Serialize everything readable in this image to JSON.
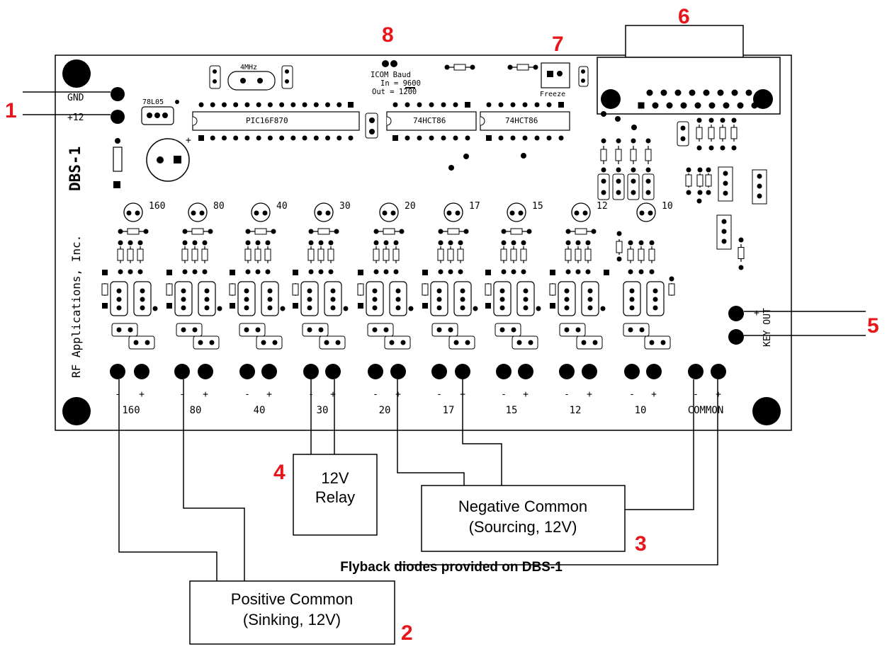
{
  "board": {
    "name": "DBS-1",
    "maker": "RF Applications, Inc.",
    "ic1": "PIC16F870",
    "ic2": "74HCT86",
    "ic3": "74HCT86",
    "crystal": "4MHz",
    "regulator": "78L05",
    "baud_lines": [
      "ICOM Baud",
      "In = 9600",
      "Out = 1200"
    ],
    "freeze": "Freeze",
    "power_labels": [
      "GND",
      "+12"
    ],
    "key_out": "KEY OUT",
    "key_out_plus": "+",
    "transistor_labels": [
      "160",
      "80",
      "40",
      "30",
      "20",
      "17",
      "15",
      "12",
      "10"
    ],
    "band_labels": [
      "160",
      "80",
      "40",
      "30",
      "20",
      "17",
      "15",
      "12",
      "10",
      "COMMON"
    ],
    "minus": "-",
    "plus": "+"
  },
  "callouts": [
    "1",
    "2",
    "3",
    "4",
    "5",
    "6",
    "7",
    "8"
  ],
  "boxes": {
    "relay": [
      "12V",
      "Relay"
    ],
    "negative_common": [
      "Negative Common",
      "(Sourcing, 12V)"
    ],
    "positive_common": [
      "Positive Common",
      "(Sinking, 12V)"
    ]
  },
  "note": "Flyback diodes provided on DBS-1"
}
